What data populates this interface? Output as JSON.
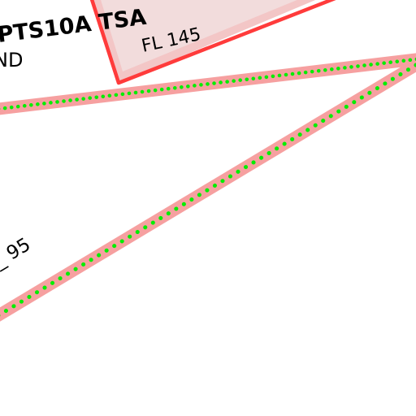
{
  "map": {
    "background_color": "#ffffff",
    "airspace": {
      "name": "PTS10A TSA",
      "upper_limit": "FL 145",
      "lower_limit": "ND",
      "fill_color": "#f3c6c6",
      "outline_color": "#ff3b3b"
    },
    "corridor": {
      "band_color": "#f6a0a0",
      "centerline_color": "#00ee00",
      "centerline_style": "dotted",
      "altitude_label": "_ 95"
    }
  }
}
